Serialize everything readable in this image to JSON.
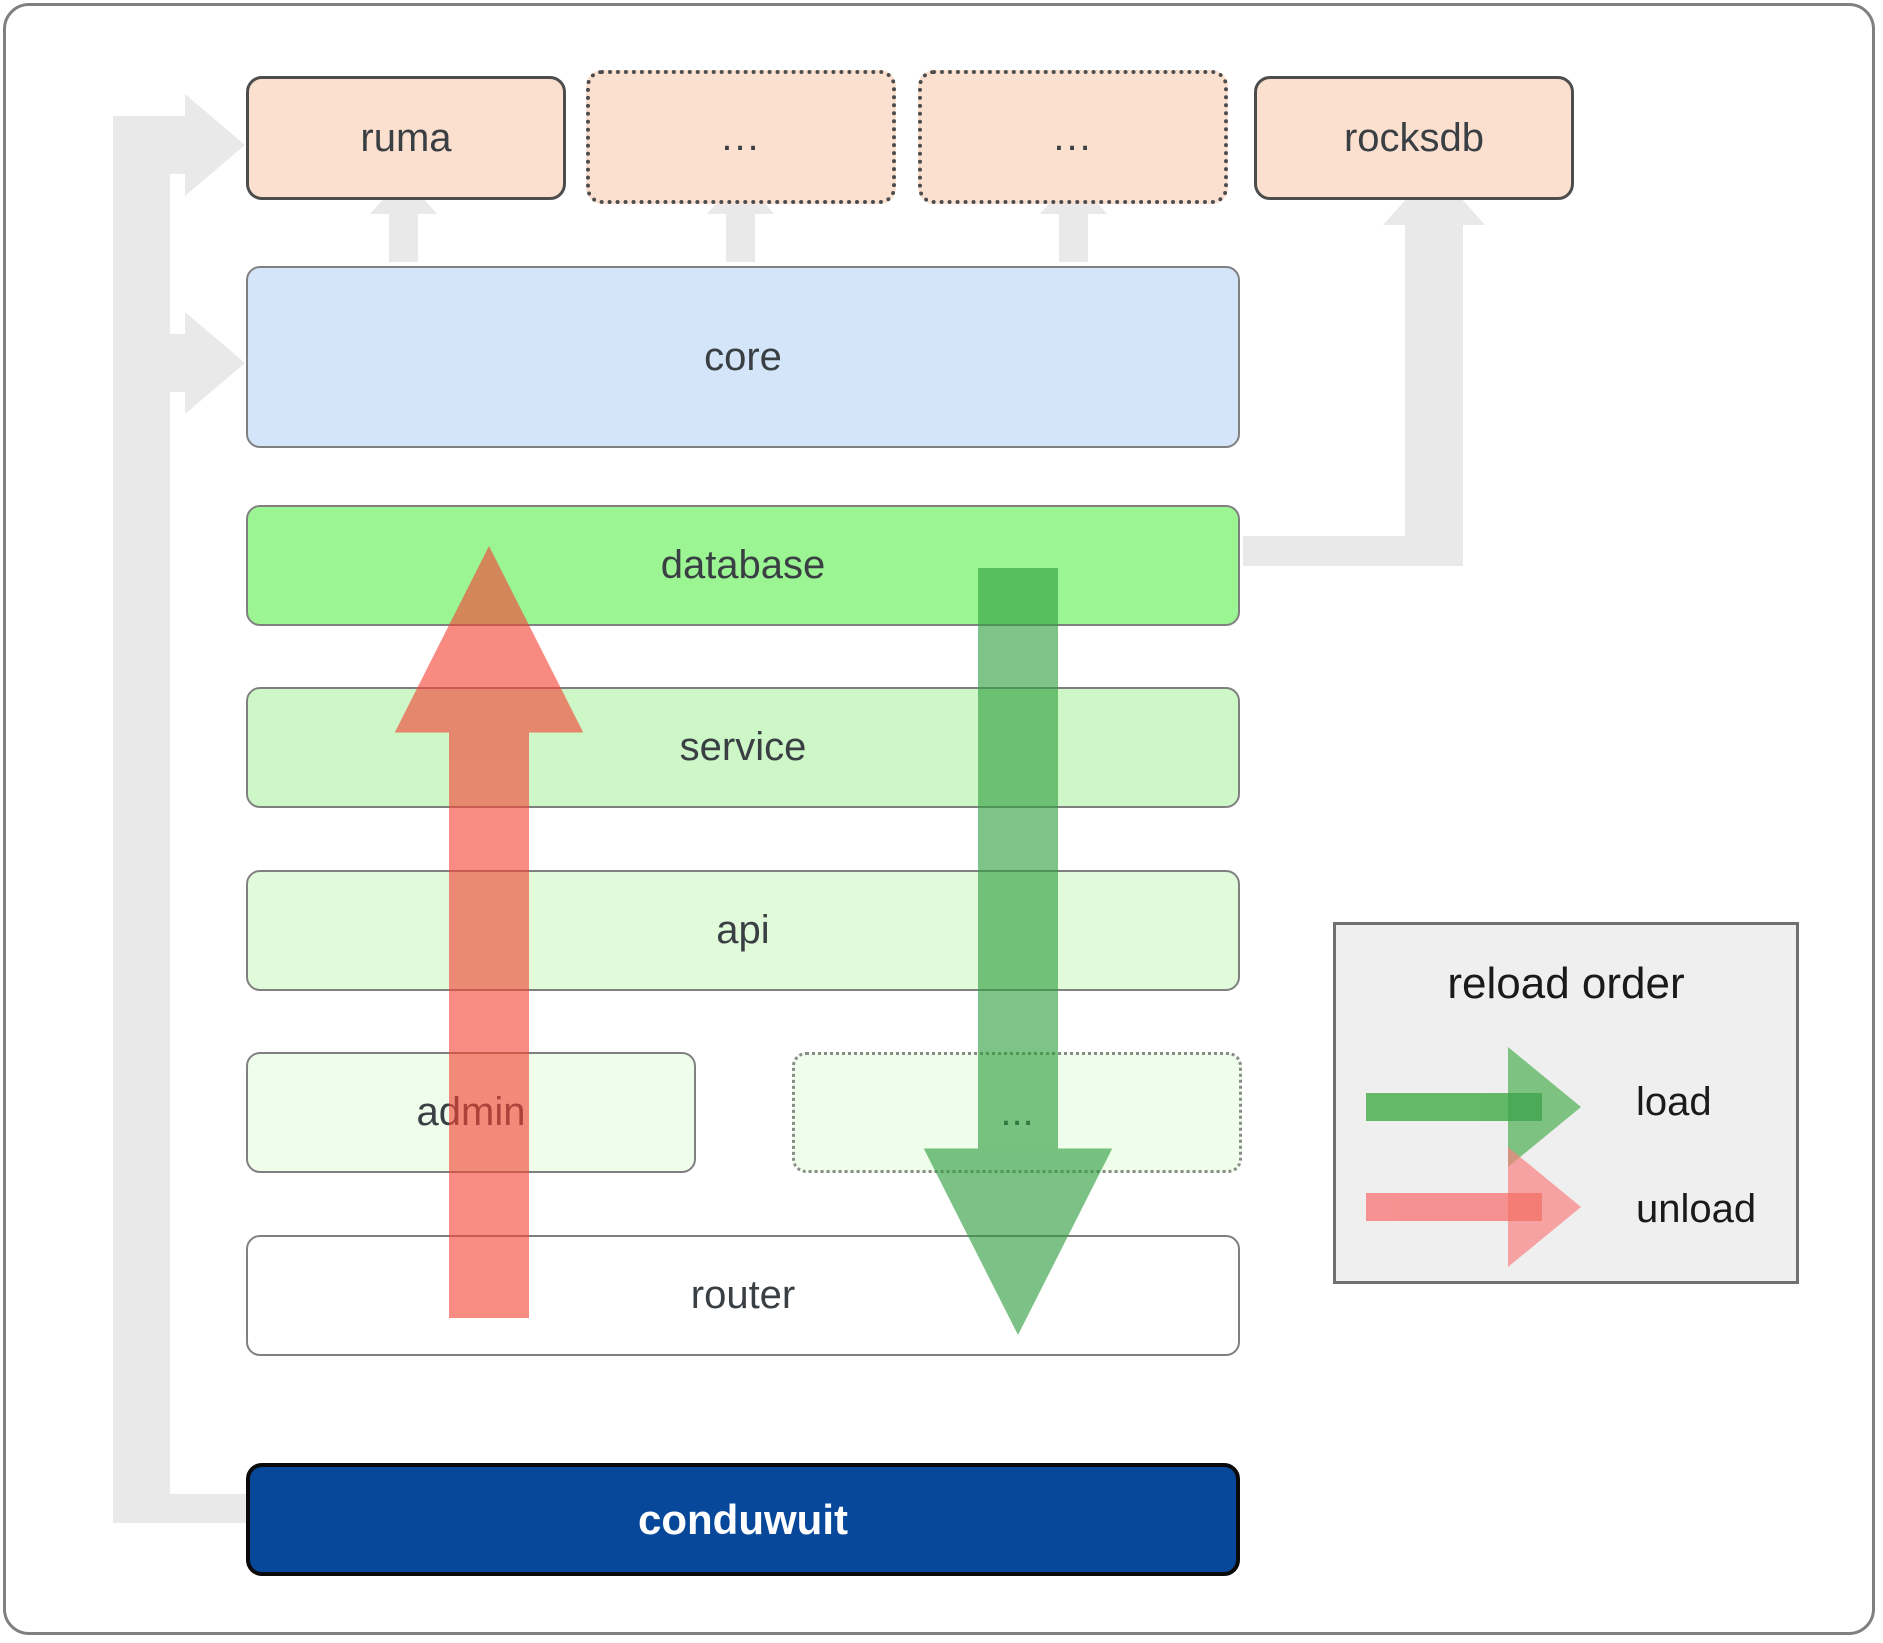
{
  "diagram": {
    "title": "conduwuit crate dependency / reload order diagram",
    "dependencies": [
      {
        "id": "ruma",
        "label": "ruma",
        "style": "solid"
      },
      {
        "id": "dots-1",
        "label": "...",
        "style": "dotted"
      },
      {
        "id": "dots-2",
        "label": "...",
        "style": "dotted"
      },
      {
        "id": "rocksdb",
        "label": "rocksdb",
        "style": "solid"
      }
    ],
    "layers": [
      {
        "id": "core",
        "label": "core",
        "style": "solid"
      },
      {
        "id": "database",
        "label": "database",
        "style": "solid"
      },
      {
        "id": "service",
        "label": "service",
        "style": "solid"
      },
      {
        "id": "api",
        "label": "api",
        "style": "solid"
      },
      {
        "id": "admin",
        "label": "admin",
        "style": "solid"
      },
      {
        "id": "layer-dots",
        "label": "...",
        "style": "dotted"
      },
      {
        "id": "router",
        "label": "router",
        "style": "solid"
      }
    ],
    "root": {
      "id": "conduwuit",
      "label": "conduwuit"
    },
    "legend": {
      "title": "reload order",
      "entries": [
        {
          "id": "load",
          "label": "load",
          "color": "#4CAF50"
        },
        {
          "id": "unload",
          "label": "unload",
          "color": "#F98080"
        }
      ]
    },
    "colors": {
      "dependency_fill": "#fce0cf",
      "dependency_stroke": "#4d4d4d",
      "core_fill": "#d4e5f9",
      "database_fill": "#9bf593",
      "service_fill": "#cdf7c7",
      "api_fill": "#e0fada",
      "admin_fill": "#effdeb",
      "router_fill": "#ffffff",
      "root_fill": "#07489a",
      "root_text": "#ffffff",
      "connector": "#e8e8e8",
      "load_arrow": "#4CAF50",
      "unload_arrow": "#F98080",
      "legend_fill": "#efefef",
      "frame_stroke": "#808080"
    }
  }
}
